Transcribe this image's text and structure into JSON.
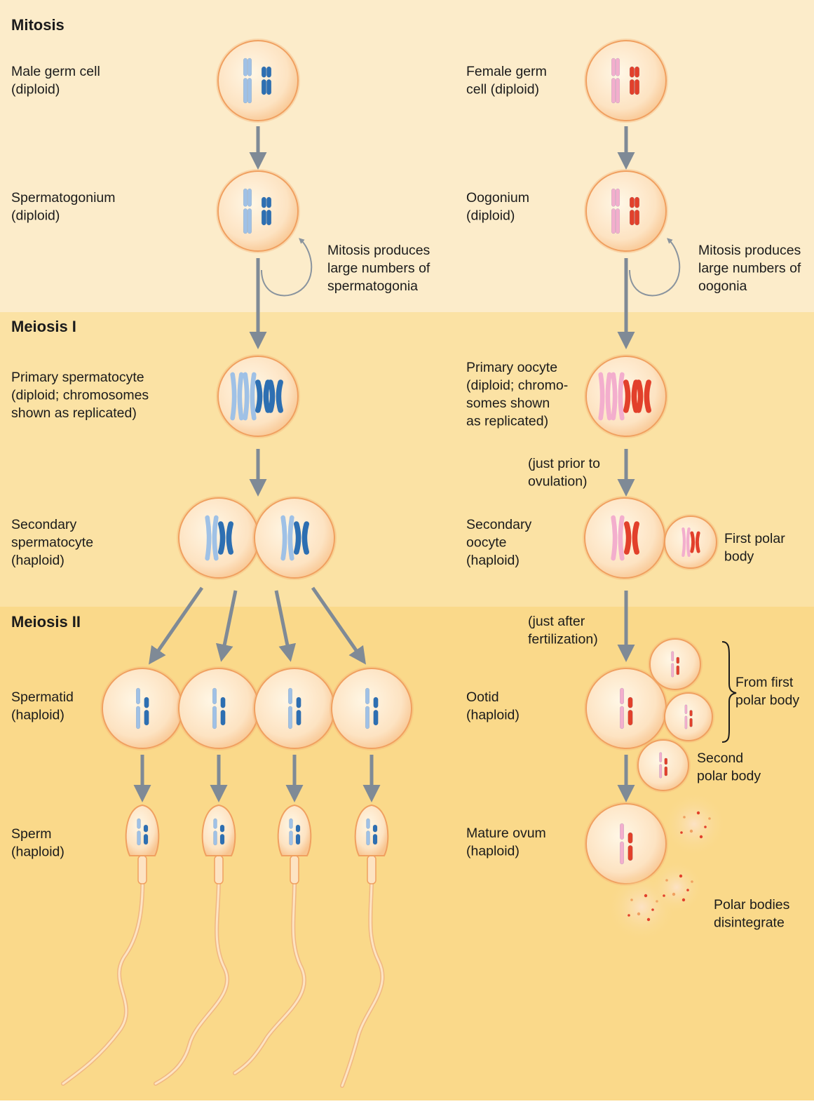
{
  "sections": {
    "mitosis": "Mitosis",
    "meiosis1": "Meiosis I",
    "meiosis2": "Meiosis II"
  },
  "male": {
    "germ_cell": [
      "Male germ cell",
      "(diploid)"
    ],
    "spermatogonium": [
      "Spermatogonium",
      "(diploid)"
    ],
    "mitosis_note": [
      "Mitosis produces",
      "large numbers of",
      "spermatogonia"
    ],
    "primary": [
      "Primary spermatocyte",
      "(diploid; chromosomes",
      "shown as replicated)"
    ],
    "secondary": [
      "Secondary",
      "spermatocyte",
      "(haploid)"
    ],
    "spermatid": [
      "Spermatid",
      "(haploid)"
    ],
    "sperm": [
      "Sperm",
      "(haploid)"
    ]
  },
  "female": {
    "germ_cell": [
      "Female germ",
      "cell (diploid)"
    ],
    "oogonium": [
      "Oogonium",
      "(diploid)"
    ],
    "mitosis_note": [
      "Mitosis produces",
      "large numbers of",
      "oogonia"
    ],
    "primary": [
      "Primary oocyte",
      "(diploid; chromo-",
      "somes shown",
      "as replicated)"
    ],
    "timing1": [
      "(just prior to",
      "ovulation)"
    ],
    "secondary": [
      "Secondary",
      "oocyte",
      "(haploid)"
    ],
    "first_polar": [
      "First polar",
      "body"
    ],
    "timing2": [
      "(just after",
      "fertilization)"
    ],
    "ootid": [
      "Ootid",
      "(haploid)"
    ],
    "from_first": [
      "From first",
      "polar body"
    ],
    "second_polar": [
      "Second",
      "polar body"
    ],
    "mature": [
      "Mature ovum",
      "(haploid)"
    ],
    "disintegrate": [
      "Polar bodies",
      "disintegrate"
    ]
  },
  "colors": {
    "band_mitosis": "#fcecca",
    "band_meiosis1": "#fbe2a4",
    "band_meiosis2": "#fad98a",
    "cell_fill": "#fde6c8",
    "cell_stroke": "#f0a060",
    "arrow": "#7f8a96",
    "chrom_light_blue": "#9fc1e6",
    "chrom_dark_blue": "#2d6fb2",
    "chrom_pink": "#f3aecd",
    "chrom_red": "#e2402b"
  }
}
